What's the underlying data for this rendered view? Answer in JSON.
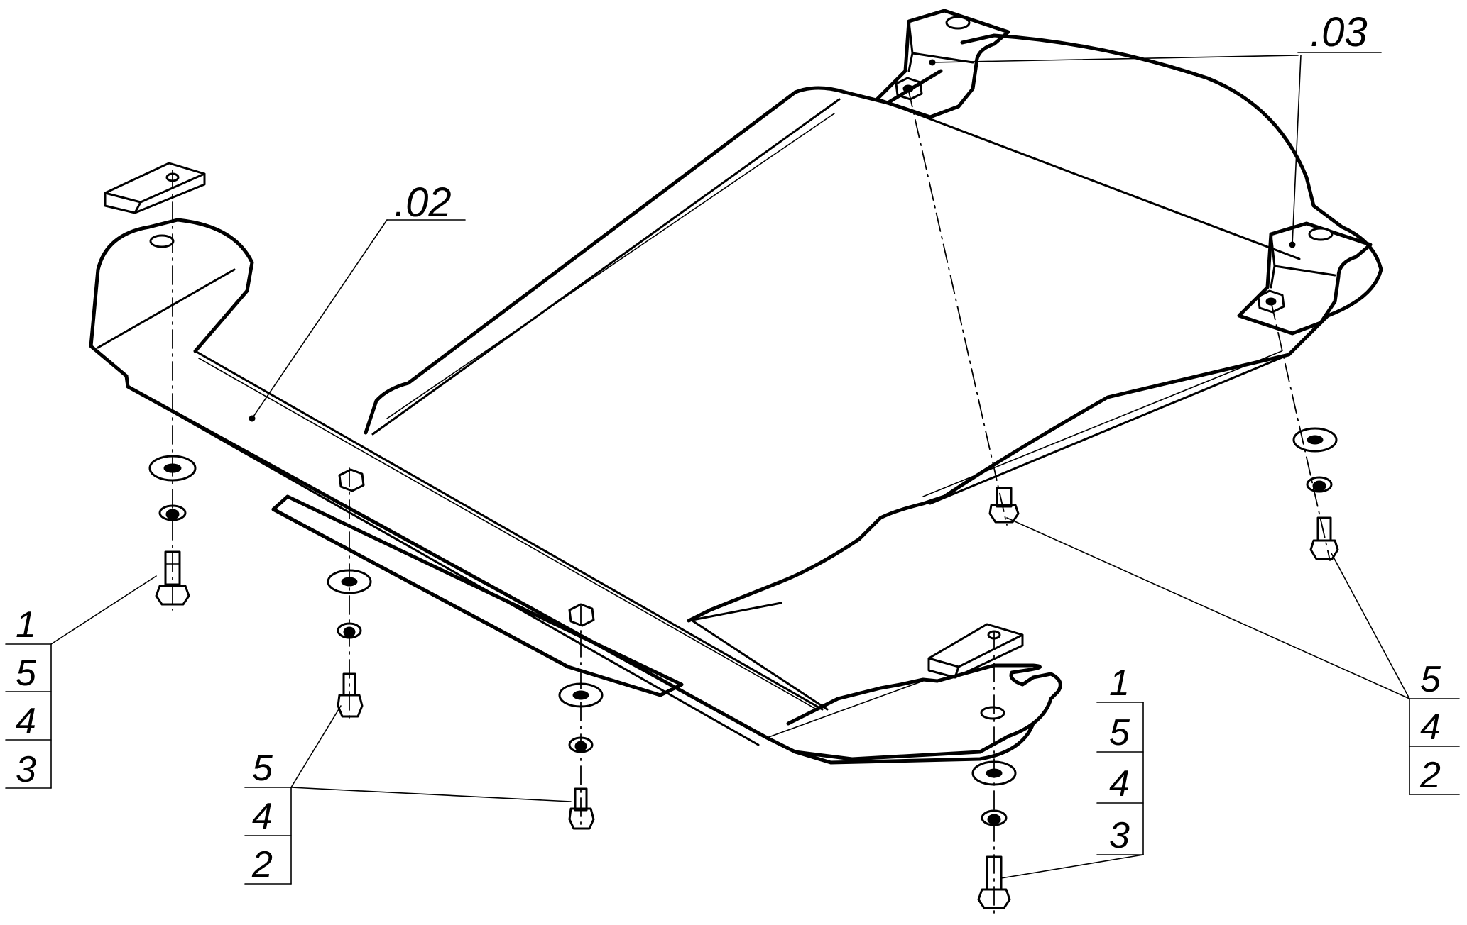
{
  "callouts": {
    "part_02": ".02",
    "part_03": ".03"
  },
  "stacks": {
    "front_left": [
      "1",
      "5",
      "4",
      "3"
    ],
    "front_center": [
      "5",
      "4",
      "2"
    ],
    "front_right": [
      "1",
      "5",
      "4",
      "3"
    ],
    "rear_right": [
      "5",
      "4",
      "2"
    ]
  }
}
